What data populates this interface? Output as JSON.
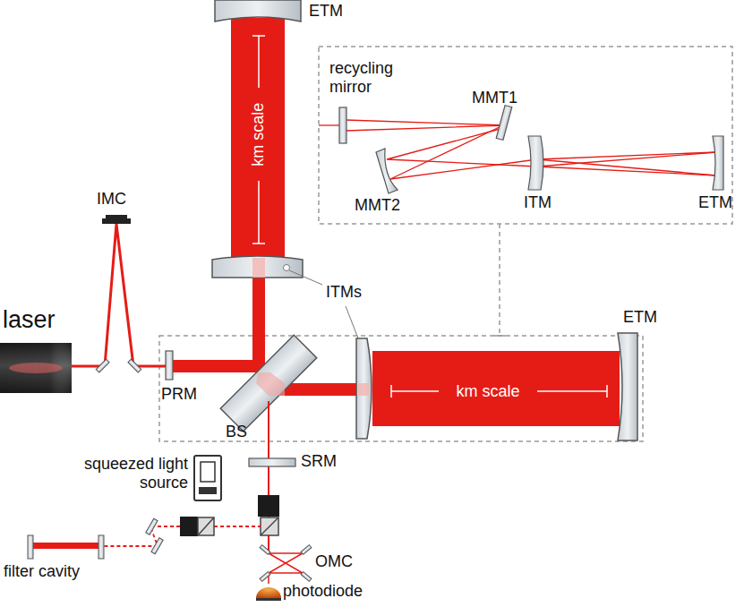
{
  "diagram": {
    "labels": [
      "ETM",
      "km scale",
      "recycling mirror",
      "MMT1",
      "MMT2",
      "ITM",
      "ETM",
      "IMC",
      "laser",
      "ITMs",
      "ETM",
      "PRM",
      "BS",
      "km scale",
      "SRM",
      "squeezed light source",
      "filter cavity",
      "OMC",
      "photodiode"
    ]
  }
}
